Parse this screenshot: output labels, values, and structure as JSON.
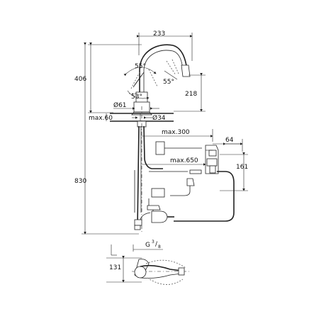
{
  "dimensions": {
    "spout_reach": "233",
    "height_406": "406",
    "angle_top": "55°",
    "angle_right": "55°",
    "angle_left": "53°",
    "spout_height": "218",
    "base_diameter": "Ø61",
    "hole_diameter": "Ø34",
    "deck_thickness": "max.60",
    "hose_300": "max.300",
    "offset_64": "64",
    "hose_650": "max.650",
    "box_height": "161",
    "total_height": "830",
    "connection_g": "G",
    "connection_frac_num": "3",
    "connection_frac_den": "8",
    "handle_131": "131"
  }
}
